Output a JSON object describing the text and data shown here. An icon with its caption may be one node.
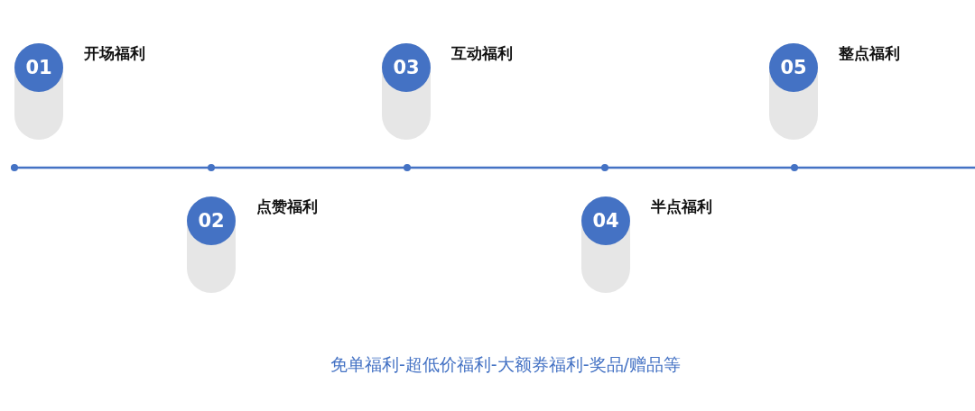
{
  "diagram": {
    "nodes": [
      {
        "text": [
          "01"
        ],
        "beside": [
          "开场福利"
        ]
      },
      {
        "text": [
          "02"
        ],
        "beside": [
          "点赞福利"
        ]
      },
      {
        "text": [
          "03"
        ],
        "beside": [
          "互动福利"
        ]
      },
      {
        "text": [
          "04"
        ],
        "beside": [
          "半点福利"
        ]
      },
      {
        "text": [
          "05"
        ],
        "beside": [
          "整点福利"
        ]
      }
    ],
    "edges": [],
    "labels": [
      "免单福利-超低价福利-大额券福利-奖品/赠品等"
    ]
  }
}
